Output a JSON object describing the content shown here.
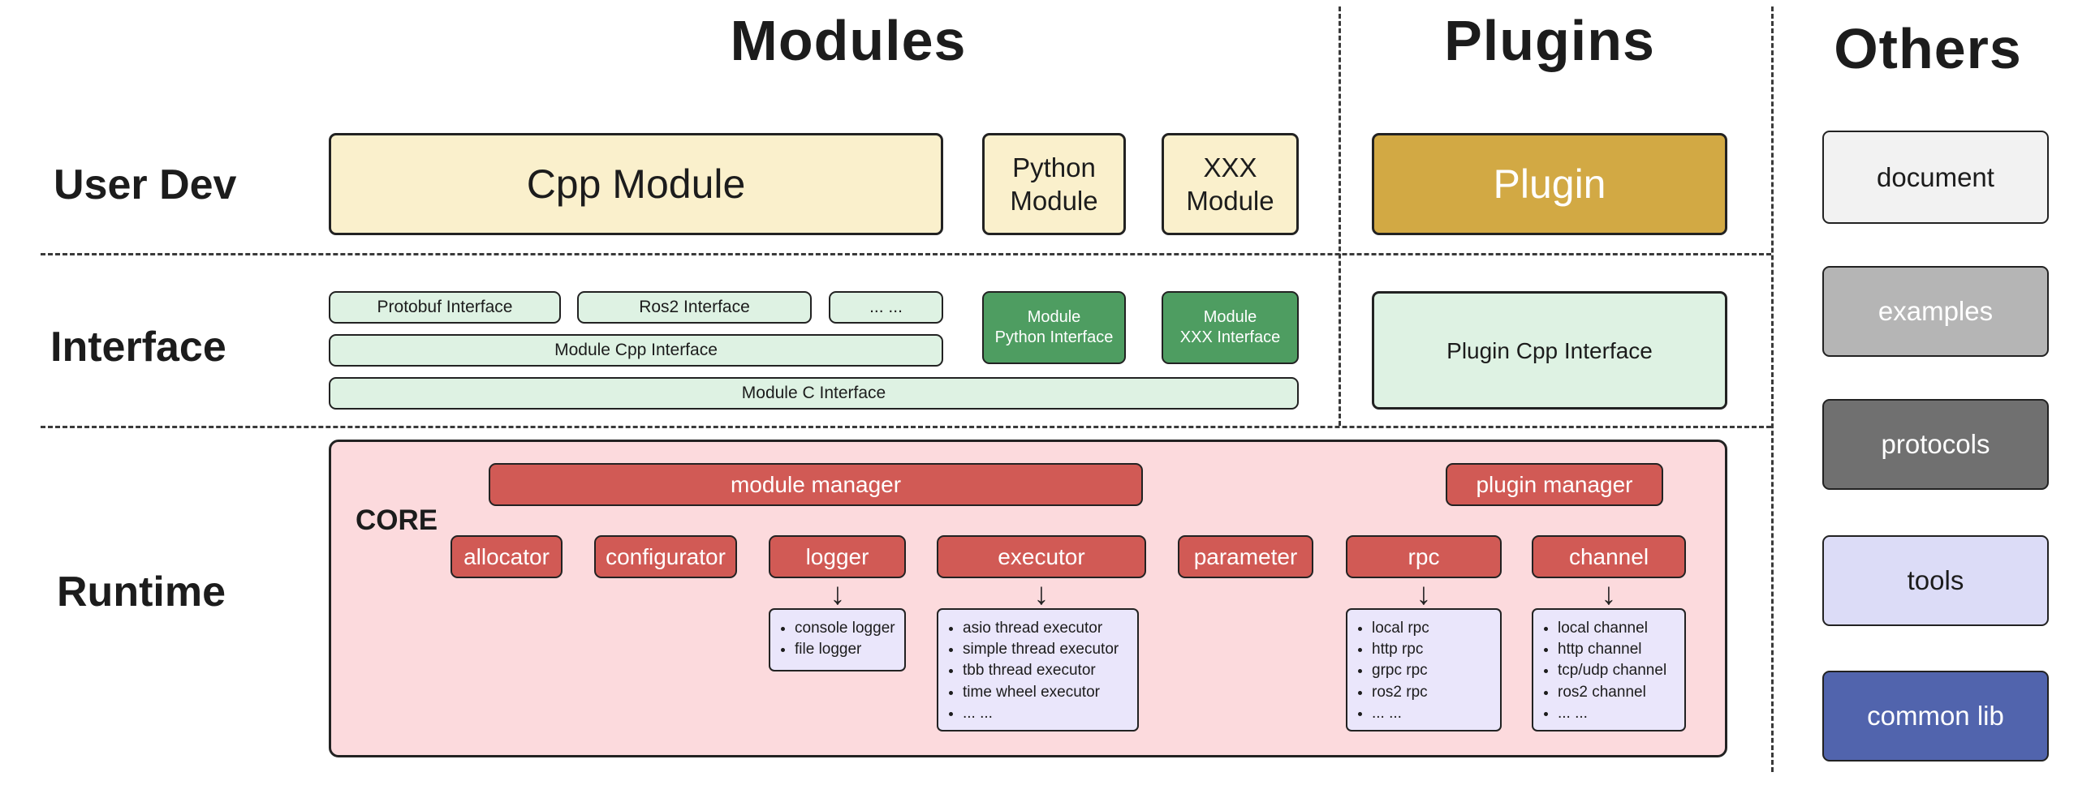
{
  "headers": {
    "modules": "Modules",
    "plugins": "Plugins",
    "others": "Others"
  },
  "rows": {
    "user_dev": "User Dev",
    "interface": "Interface",
    "runtime": "Runtime"
  },
  "user_dev": {
    "cpp_module": "Cpp Module",
    "python_module": "Python\nModule",
    "xxx_module": "XXX\nModule",
    "plugin": "Plugin"
  },
  "interface": {
    "protobuf": "Protobuf Interface",
    "ros2": "Ros2 Interface",
    "ellipsis": "... ...",
    "module_python": "Module\nPython Interface",
    "module_xxx": "Module\nXXX Interface",
    "module_cpp": "Module Cpp Interface",
    "module_c": "Module C Interface",
    "plugin_cpp": "Plugin Cpp Interface"
  },
  "runtime": {
    "core_label": "CORE",
    "module_manager": "module manager",
    "plugin_manager": "plugin manager",
    "components": [
      "allocator",
      "configurator",
      "logger",
      "executor",
      "parameter",
      "rpc",
      "channel"
    ],
    "logger_items": [
      "console logger",
      "file logger"
    ],
    "executor_items": [
      "asio thread executor",
      "simple thread executor",
      "tbb thread executor",
      "time wheel executor",
      "... ..."
    ],
    "rpc_items": [
      "local rpc",
      "http rpc",
      "grpc rpc",
      "ros2 rpc",
      "... ..."
    ],
    "channel_items": [
      "local channel",
      "http channel",
      "tcp/udp channel",
      "ros2 channel",
      "... ..."
    ]
  },
  "others": {
    "document": "document",
    "examples": "examples",
    "protocols": "protocols",
    "tools": "tools",
    "common_lib": "common lib"
  },
  "icons": {
    "down_arrow": "↓"
  },
  "colors": {
    "cream": "#faf0cc",
    "gold": "#d2a944",
    "light_green": "#def2e3",
    "dark_green": "#4e9d61",
    "pink": "#fcdadd",
    "red": "#d15a55",
    "purple": "#eae6fb",
    "gray_light": "#f2f2f2",
    "gray_mid": "#b5b5b5",
    "gray_dark": "#707070",
    "lavender": "#dcdcf7",
    "indigo": "#5164ad",
    "border": "#222222"
  }
}
